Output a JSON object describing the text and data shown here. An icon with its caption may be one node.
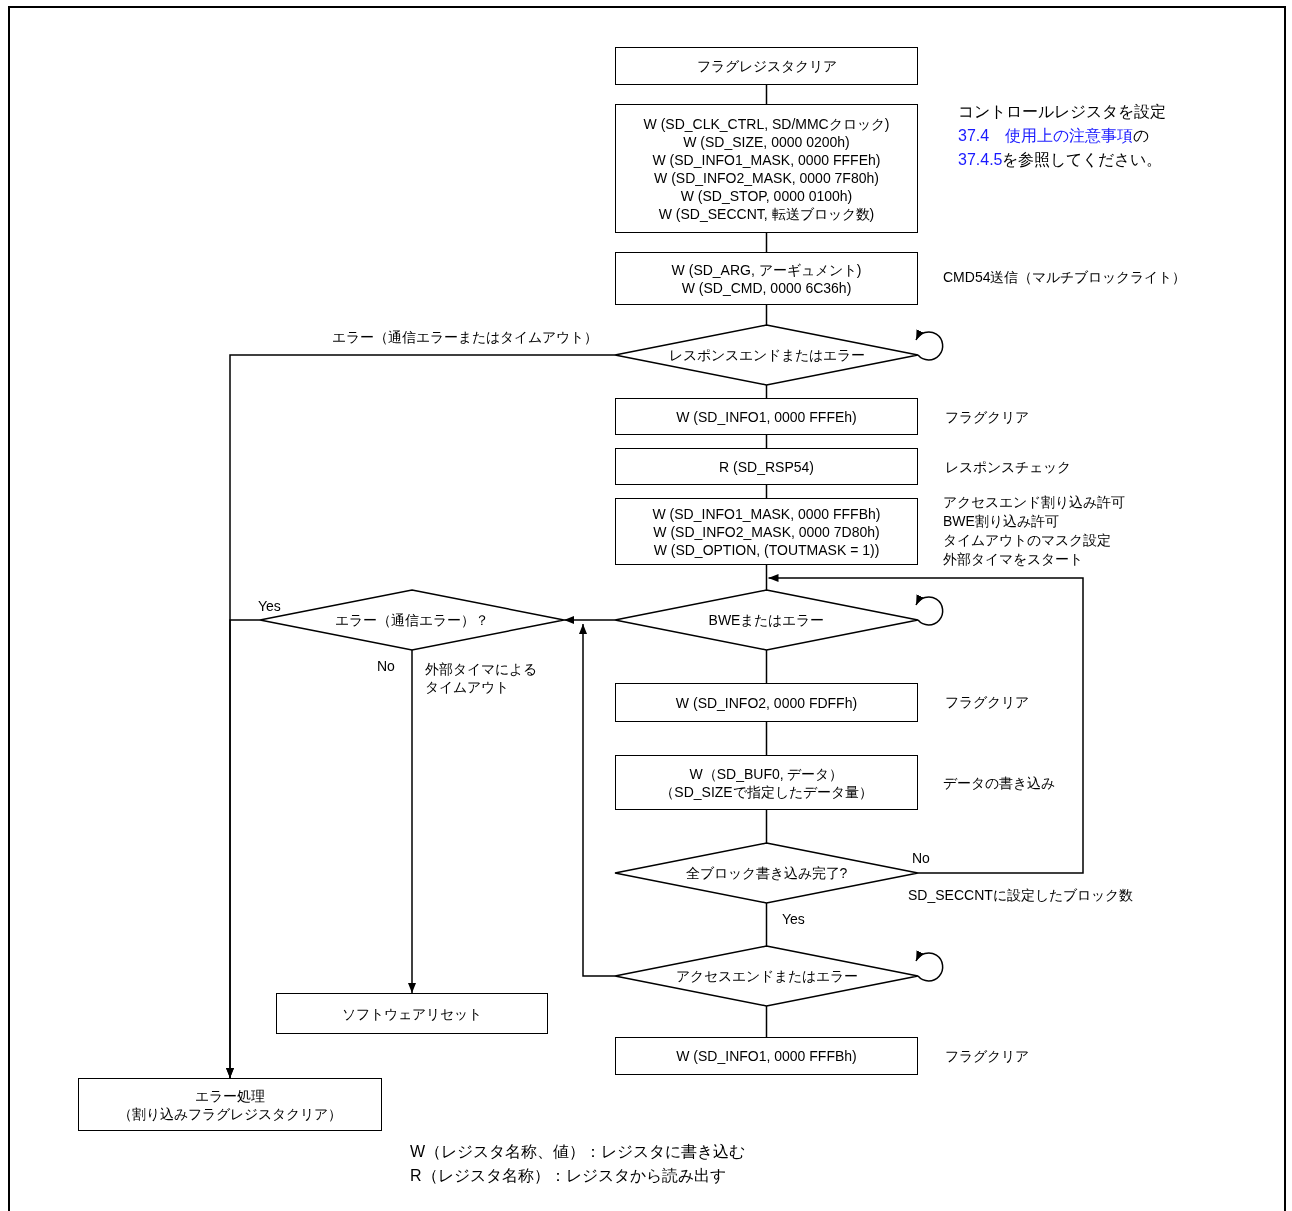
{
  "diagram": {
    "nodes": [
      {
        "text": [
          "フラグレジスタクリア"
        ]
      },
      {
        "text": [
          "W (SD_CLK_CTRL, SD/MMCクロック)",
          "W (SD_SIZE, 0000 0200h)",
          "W (SD_INFO1_MASK, 0000 FFFEh)",
          "W (SD_INFO2_MASK, 0000 7F80h)",
          "W (SD_STOP, 0000 0100h)",
          "W (SD_SECCNT, 転送ブロック数)"
        ],
        "beside": [
          "コントロールレジスタを設定",
          "37.4　使用上の注意事項",
          "の",
          "37.4.5",
          "を参照してください。"
        ]
      },
      {
        "text": [
          "W (SD_ARG, アーギュメント)",
          "W (SD_CMD, 0000 6C36h)"
        ],
        "beside": [
          "CMD54送信（マルチブロックライト）"
        ]
      },
      {
        "text": [
          "レスポンスエンドまたはエラー"
        ]
      },
      {
        "text": [
          "W (SD_INFO1, 0000 FFFEh)"
        ],
        "beside": [
          "フラグクリア"
        ]
      },
      {
        "text": [
          "R (SD_RSP54)"
        ],
        "beside": [
          "レスポンスチェック"
        ]
      },
      {
        "text": [
          "W (SD_INFO1_MASK, 0000 FFFBh)",
          "W (SD_INFO2_MASK, 0000 7D80h)",
          "W (SD_OPTION, (TOUTMASK = 1))"
        ],
        "beside": [
          "アクセスエンド割り込み許可",
          "BWE割り込み許可",
          "タイムアウトのマスク設定",
          "外部タイマをスタート"
        ]
      },
      {
        "text": [
          "BWEまたはエラー"
        ]
      },
      {
        "text": [
          "エラー（通信エラー）？"
        ]
      },
      {
        "text": [
          "W (SD_INFO2, 0000 FDFFh)"
        ],
        "beside": [
          "フラグクリア"
        ]
      },
      {
        "text": [
          "W（SD_BUF0, データ）",
          "（SD_SIZEで指定したデータ量）"
        ],
        "beside": [
          "データの書き込み"
        ]
      },
      {
        "text": [
          "全ブロック書き込み完了?"
        ],
        "beside": [
          "SD_SECCNTに設定したブロック数"
        ]
      },
      {
        "text": [
          "アクセスエンドまたはエラー"
        ]
      },
      {
        "text": [
          "W (SD_INFO1, 0000 FFFBh)"
        ],
        "beside": [
          "フラグクリア"
        ]
      },
      {
        "text": [
          "ソフトウェアリセット"
        ]
      },
      {
        "text": [
          "エラー処理",
          "（割り込みフラグレジスタクリア）"
        ]
      }
    ],
    "edges": [
      {
        "from": 0,
        "to": 1,
        "arrow": "none"
      },
      {
        "from": 1,
        "to": 2,
        "arrow": "none"
      },
      {
        "from": 2,
        "to": 3,
        "arrow": "none"
      },
      {
        "from": 3,
        "to": 3,
        "arrow": "to"
      },
      {
        "from": 3,
        "to": 15,
        "arrow": "to",
        "label": "エラー（通信エラーまたはタイムアウト）"
      },
      {
        "from": 3,
        "to": 4,
        "arrow": "none"
      },
      {
        "from": 4,
        "to": 5,
        "arrow": "none"
      },
      {
        "from": 5,
        "to": 6,
        "arrow": "none"
      },
      {
        "from": 6,
        "to": 7,
        "arrow": "none"
      },
      {
        "from": 7,
        "to": 7,
        "arrow": "to"
      },
      {
        "from": 7,
        "to": 8,
        "arrow": "to"
      },
      {
        "from": 8,
        "to": 15,
        "arrow": "to",
        "label": "Yes"
      },
      {
        "from": 8,
        "to": 14,
        "arrow": "to",
        "label": "No"
      },
      {
        "from": 7,
        "to": 9,
        "arrow": "none"
      },
      {
        "from": 9,
        "to": 10,
        "arrow": "none"
      },
      {
        "from": 10,
        "to": 11,
        "arrow": "none"
      },
      {
        "from": 11,
        "to": 7,
        "arrow": "to",
        "label": "No"
      },
      {
        "from": 11,
        "to": 12,
        "arrow": "none",
        "label": "Yes"
      },
      {
        "from": 12,
        "to": 12,
        "arrow": "to"
      },
      {
        "from": 12,
        "to": 8,
        "arrow": "to"
      },
      {
        "from": 12,
        "to": 13,
        "arrow": "none"
      }
    ],
    "labels": [
      "外部タイマによるタイムアウト",
      "W（レジスタ名称、値）：レジスタに書き込む",
      "R（レジスタ名称）：レジスタから読み出す"
    ]
  }
}
